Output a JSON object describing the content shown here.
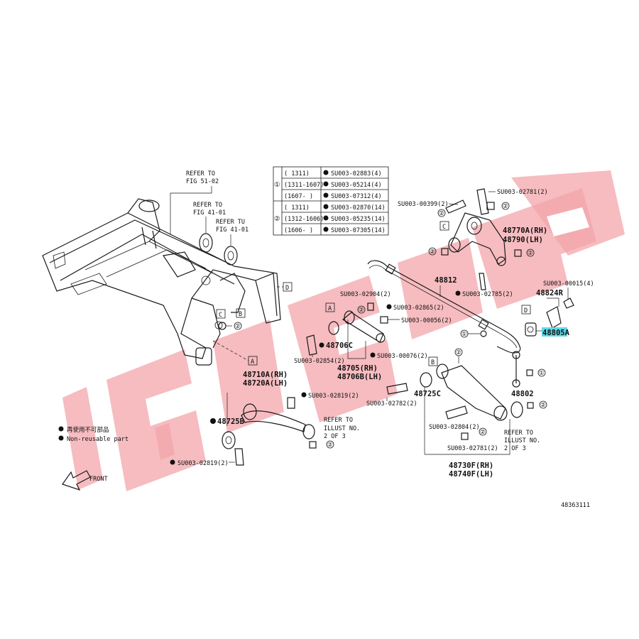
{
  "watermark": {
    "color": "#f08a90"
  },
  "highlight_color": "#5fd8e6",
  "table": {
    "group1_num": "①",
    "group2_num": "②",
    "rows": [
      {
        "range": "(      1311)",
        "part": "SU003-02883(4)"
      },
      {
        "range": "(1311-1607)",
        "part": "SU003-05214(4)"
      },
      {
        "range": "(1607-      )",
        "part": "SU003-07312(4)"
      },
      {
        "range": "(      1311)",
        "part": "SU003-02870(14)"
      },
      {
        "range": "(1312-1606)",
        "part": "SU003-05235(14)"
      },
      {
        "range": "(1606-      )",
        "part": "SU003-07305(14)"
      }
    ]
  },
  "refs": {
    "fig51": [
      "REFER TO",
      "FIG 51-02"
    ],
    "fig41a": [
      "REFER TO",
      "FIG 41-01"
    ],
    "fig41b": [
      "REFER TU",
      "FIG 41-01"
    ],
    "illust_left": [
      "REFER TO",
      "ILLUST NO.",
      "2 OF 3"
    ],
    "illust_right": [
      "REFER TO",
      "ILLUST NO.",
      "2 OF 3"
    ]
  },
  "callouts": {
    "A": "A",
    "B": "B",
    "C": "C",
    "D": "D"
  },
  "labels": {
    "p48710": "48710A(RH)",
    "p48720": "48720A(LH)",
    "p48725B": "48725B",
    "p48706C": "48706C",
    "p48705": "48705(RH)",
    "p48706B": "48706B(LH)",
    "p48725C": "48725C",
    "p48730": "48730F(RH)",
    "p48740": "48740F(LH)",
    "p48802": "48802",
    "p48812": "48812",
    "p48770": "48770A(RH)",
    "p48790": "48790(LH)",
    "p48824": "48824R",
    "p48805": "48805A",
    "su00399": "SU003-00399(2)",
    "su02781a": "SU003-02781(2)",
    "su02785": "SU003-02785(2)",
    "su00015": "SU003-00015(4)",
    "su02904": "SU003-02904(2)",
    "su02865": "SU003-02865(2)",
    "su00056": "SU003-00056(2)",
    "su02854": "SU003-02854(2)",
    "su00076": "SU003-00076(2)",
    "su02819a": "SU003-02819(2)",
    "su02819b": "SU003-02819(2)",
    "su02782": "SU003-02782(2)",
    "su02804": "SU003-02804(2)",
    "su02781b": "SU003-02781(2)"
  },
  "qty": {
    "two": "②",
    "one": "①"
  },
  "legend": {
    "jp": "再使用不可部品",
    "en": "Non-reusable part"
  },
  "front_label": "FRONT",
  "figure_number": "48363111"
}
